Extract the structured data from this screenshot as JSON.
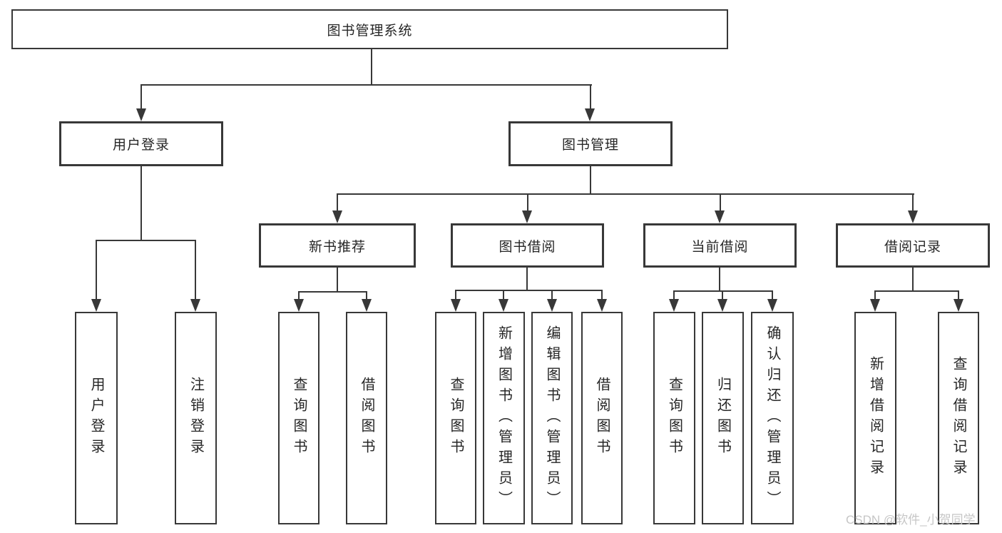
{
  "tree": {
    "label": "图书管理系统",
    "children": [
      {
        "label": "用户登录",
        "children": [
          {
            "label": "用户登录"
          },
          {
            "label": "注销登录"
          }
        ]
      },
      {
        "label": "图书管理",
        "children": [
          {
            "label": "新书推荐",
            "children": [
              {
                "label": "查询图书"
              },
              {
                "label": "借阅图书"
              }
            ]
          },
          {
            "label": "图书借阅",
            "children": [
              {
                "label": "查询图书"
              },
              {
                "label": "新增图书（管理员）"
              },
              {
                "label": "编辑图书（管理员）"
              },
              {
                "label": "借阅图书"
              }
            ]
          },
          {
            "label": "当前借阅",
            "children": [
              {
                "label": "查询图书"
              },
              {
                "label": "归还图书"
              },
              {
                "label": "确认归还（管理员）"
              }
            ]
          },
          {
            "label": "借阅记录",
            "children": [
              {
                "label": "新增借阅记录"
              },
              {
                "label": "查询借阅记录"
              }
            ]
          }
        ]
      }
    ]
  },
  "watermark": {
    "text": "CSDN @软件_小贺同学"
  },
  "colors": {
    "line": "#383838",
    "text": "#262626",
    "watermark": "#c6c6c6",
    "background": "#ffffff"
  }
}
